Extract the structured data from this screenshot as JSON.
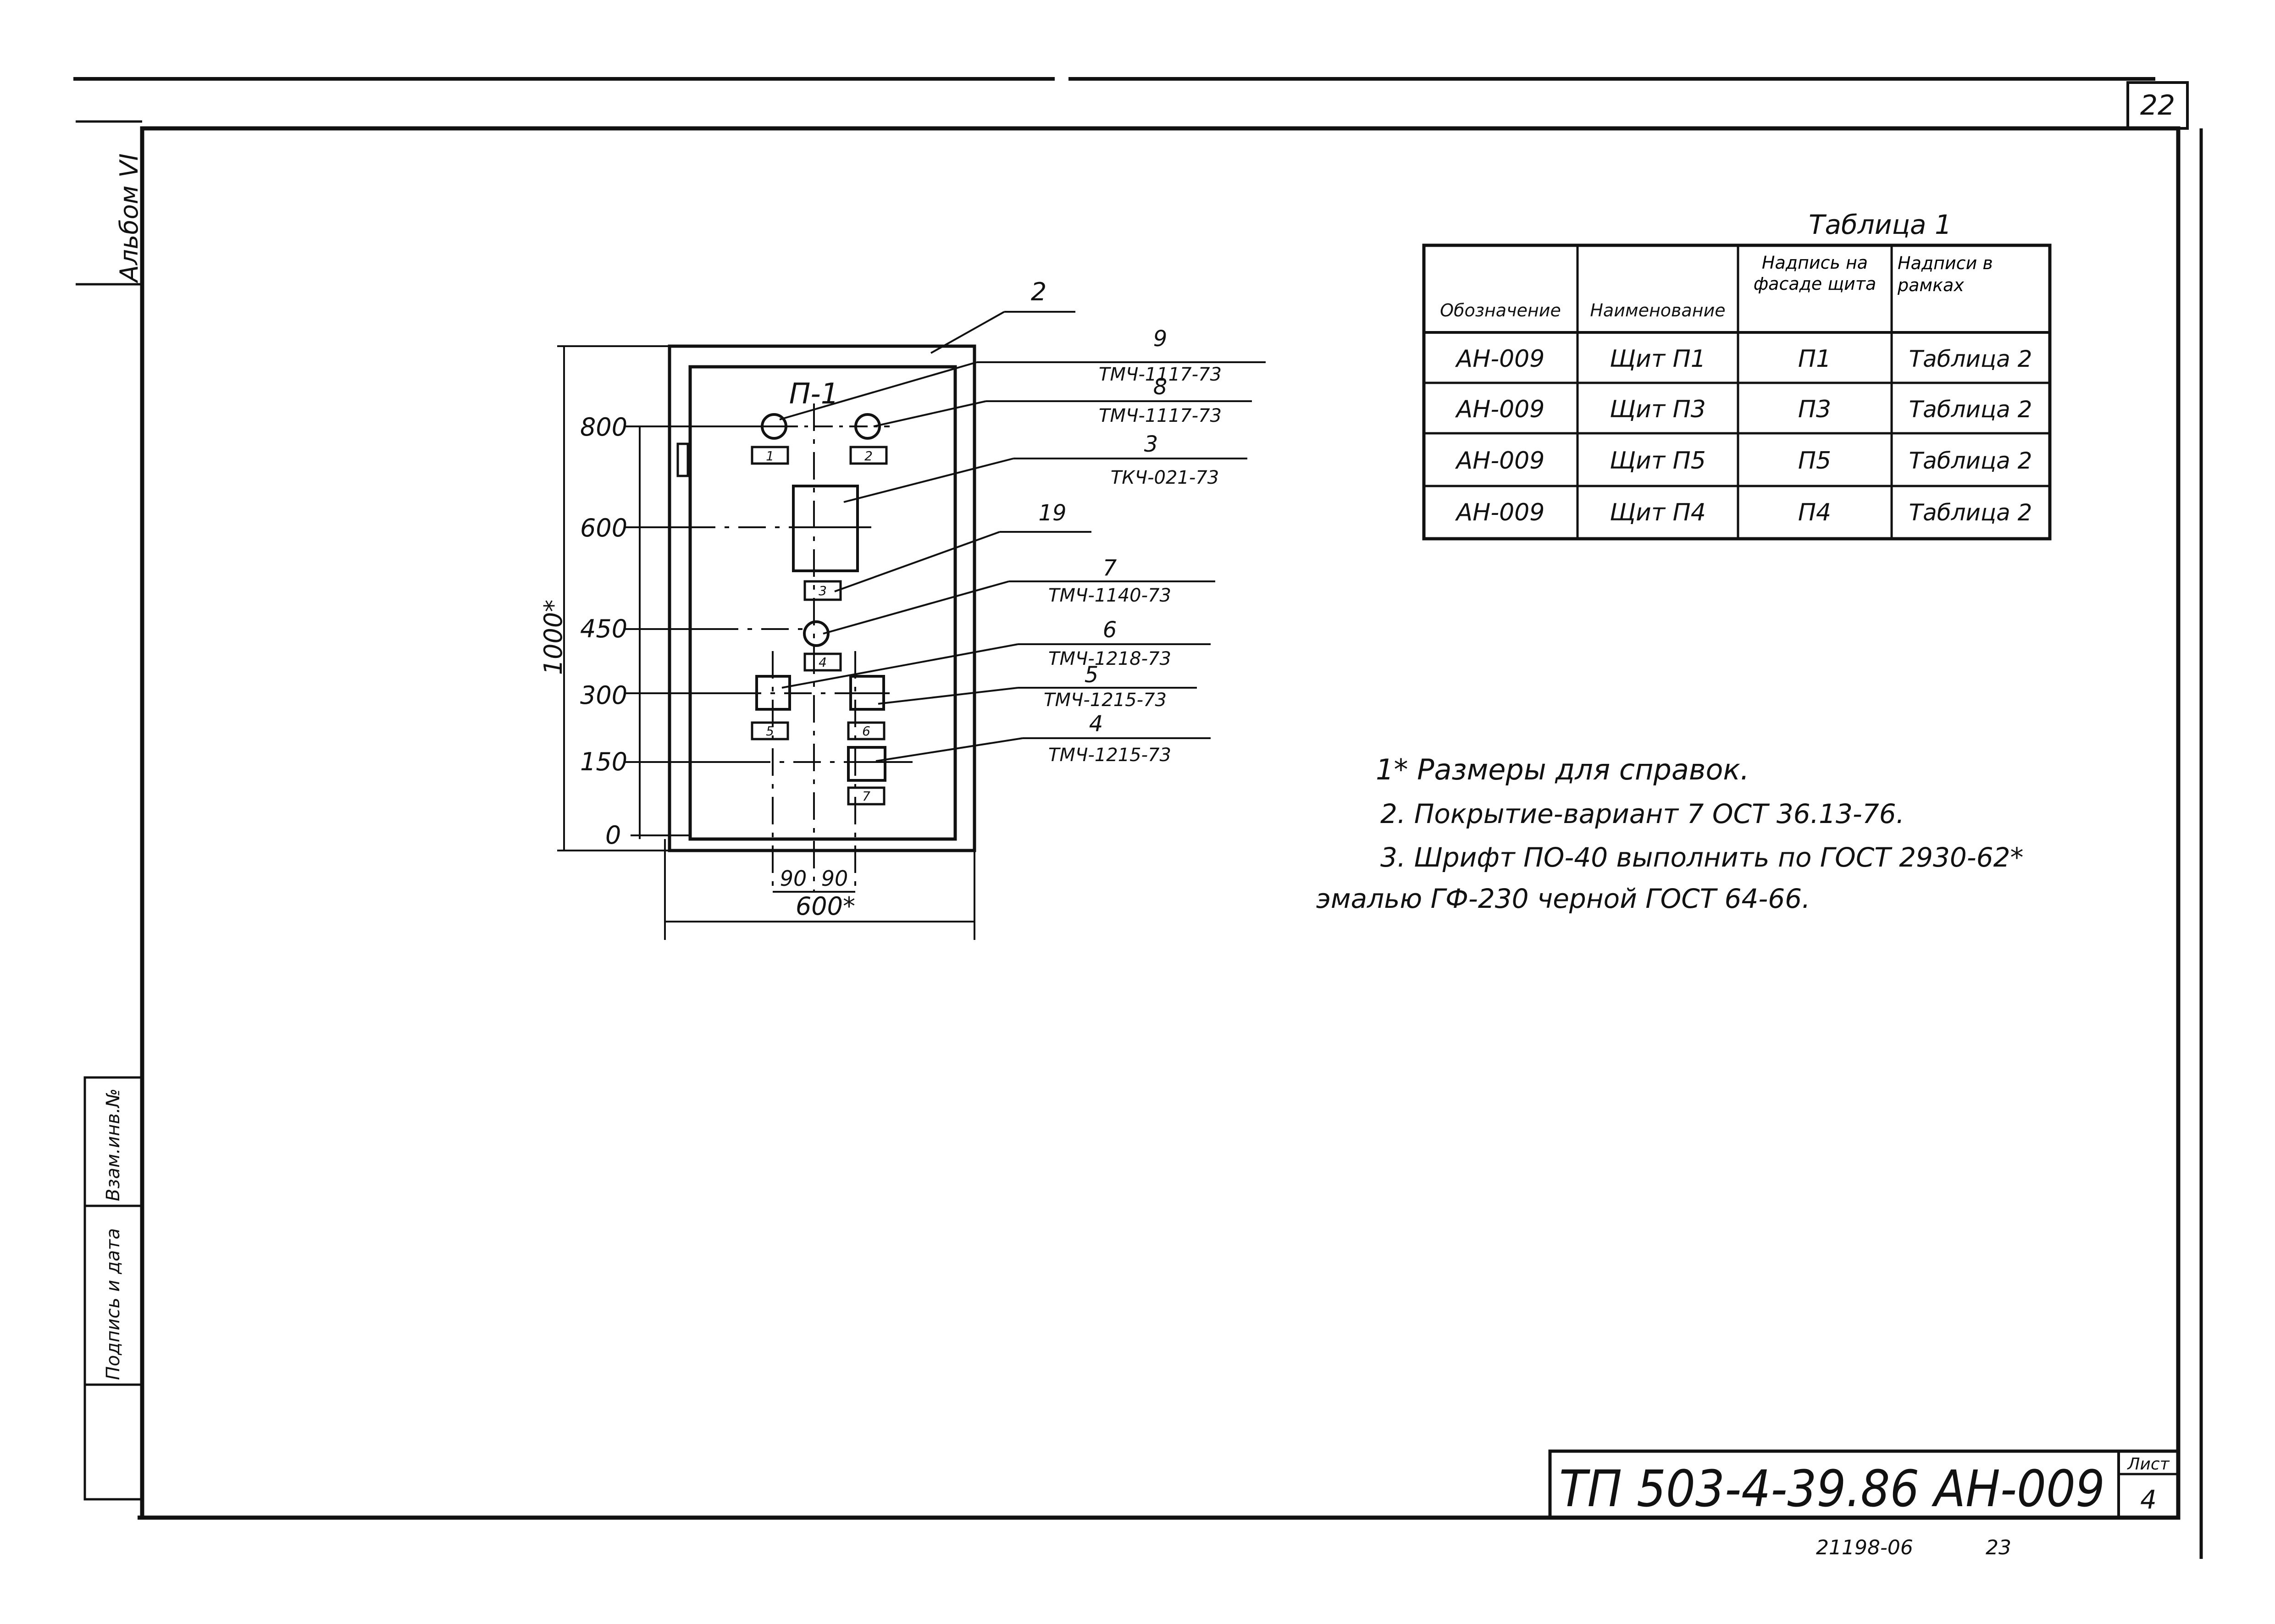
{
  "sheet_number": "22",
  "album_label": "Альбом",
  "album_volume": "VI",
  "stamps": [
    "Взам.инв.№",
    "Подпись и дата"
  ],
  "panel": {
    "label": "П-1",
    "height_dim": "1000*",
    "width_dim": "600*",
    "levels": [
      "800",
      "600",
      "450",
      "300",
      "150",
      "0"
    ],
    "spacing": [
      "90",
      "90"
    ],
    "frame_tag": "2",
    "small_marks": [
      "1",
      "2",
      "3",
      "4",
      "5",
      "6",
      "7"
    ]
  },
  "callouts": [
    {
      "pos": "9",
      "code": "ТМЧ-1117-73"
    },
    {
      "pos": "8",
      "code": "ТМЧ-1117-73"
    },
    {
      "pos": "3",
      "code": "ТКЧ-021-73"
    },
    {
      "pos": "19",
      "code": ""
    },
    {
      "pos": "7",
      "code": "ТМЧ-1140-73"
    },
    {
      "pos": "6",
      "code": "ТМЧ-1218-73"
    },
    {
      "pos": "5",
      "code": "ТМЧ-1215-73"
    },
    {
      "pos": "4",
      "code": "ТМЧ-1215-73"
    }
  ],
  "table": {
    "caption": "Таблица 1",
    "headers": [
      "Обозначение",
      "Наименование",
      "Надпись на фасаде щита",
      "Надписи в рамках"
    ],
    "rows": [
      [
        "АН-009",
        "Щит П1",
        "П1",
        "Таблица 2"
      ],
      [
        "АН-009",
        "Щит П3",
        "П3",
        "Таблица 2"
      ],
      [
        "АН-009",
        "Щит П5",
        "П5",
        "Таблица 2"
      ],
      [
        "АН-009",
        "Щит П4",
        "П4",
        "Таблица 2"
      ]
    ]
  },
  "notes": [
    "1* Размеры для справок.",
    "2. Покрытие-вариант 7 ОСТ 36.13-76.",
    "3. Шрифт ПО-40 выполнить по ГОСТ 2930-62*",
    "эмалью ГФ-230 черной ГОСТ 64-66."
  ],
  "title_block": {
    "code": "ТП 503-4-39.86 АН-009",
    "sheet_label": "Лист",
    "sheet_value": "4"
  },
  "footer_code": "21198-06",
  "footer_page": "23"
}
